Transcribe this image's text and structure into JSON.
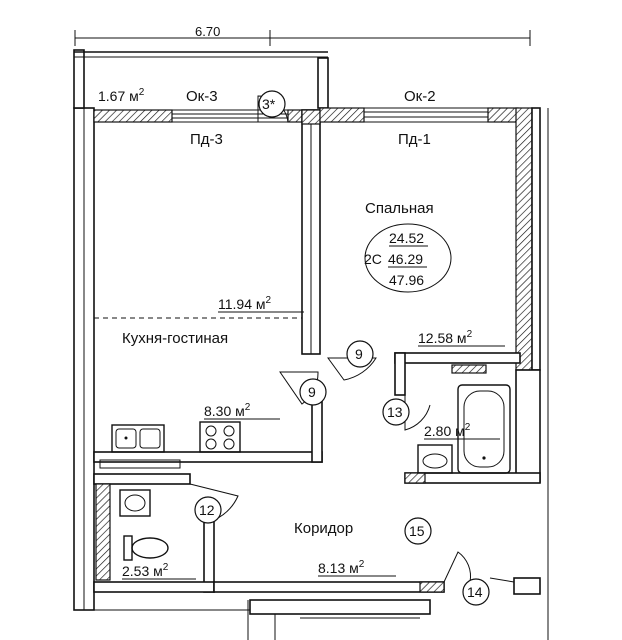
{
  "plan": {
    "rooms": {
      "loggia": {
        "area": "1.67 м",
        "sup": "2"
      },
      "bedroom": {
        "name": "Спальная",
        "area": "12.58 м",
        "sup": "2"
      },
      "living": {
        "name": "Кухня-гостиная",
        "area": "11.94 м",
        "sup": "2"
      },
      "kitchen": {
        "area": "8.30 м",
        "sup": "2"
      },
      "bathroom": {
        "area": "2.80 м",
        "sup": "2"
      },
      "wc": {
        "area": "2.53 м",
        "sup": "2"
      },
      "corridor": {
        "name": "Коридор",
        "area": "8.13 м",
        "sup": "2"
      }
    },
    "windows": {
      "ok3": "Ок-3",
      "ok2": "Ок-2",
      "pd3": "Пд-3",
      "pd1": "Пд-1",
      "top_dim": "6.70"
    },
    "summary": {
      "v1": "24.52",
      "prefix": "2С",
      "v2": "46.29",
      "v3": "47.96"
    },
    "doors": {
      "d3": "3*",
      "d9a": "9",
      "d9b": "9",
      "d13": "13",
      "d12": "12",
      "d15": "15",
      "d14": "14"
    }
  }
}
